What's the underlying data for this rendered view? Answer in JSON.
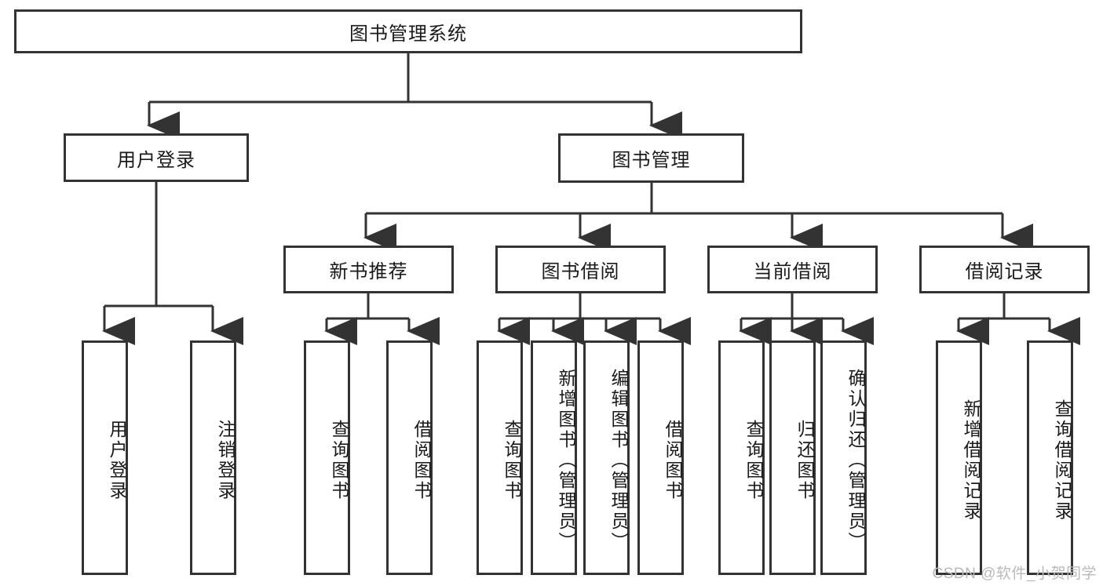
{
  "diagram": {
    "title": "图书管理系统",
    "watermark": "CSDN @软件_小贺同学",
    "accent_color": "#333333",
    "background_color": "#ffffff",
    "root": {
      "label": "图书管理系统",
      "level": 1
    },
    "level2": [
      {
        "label": "用户登录"
      },
      {
        "label": "图书管理"
      }
    ],
    "level3": [
      {
        "label": "新书推荐"
      },
      {
        "label": "图书借阅"
      },
      {
        "label": "当前借阅"
      },
      {
        "label": "借阅记录"
      }
    ],
    "leaves": {
      "user_login": [
        {
          "label": "用户登录"
        },
        {
          "label": "注销登录"
        }
      ],
      "new_book_recommend": [
        {
          "label": "查询图书"
        },
        {
          "label": "借阅图书"
        }
      ],
      "book_borrow": [
        {
          "label": "查询图书"
        },
        {
          "label": "新增图书（管理员）"
        },
        {
          "label": "编辑图书（管理员）"
        },
        {
          "label": "借阅图书"
        }
      ],
      "current_borrow": [
        {
          "label": "查询图书"
        },
        {
          "label": "归还图书"
        },
        {
          "label": "确认归还（管理员）"
        }
      ],
      "borrow_record": [
        {
          "label": "新增借阅记录"
        },
        {
          "label": "查询借阅记录"
        }
      ]
    }
  }
}
